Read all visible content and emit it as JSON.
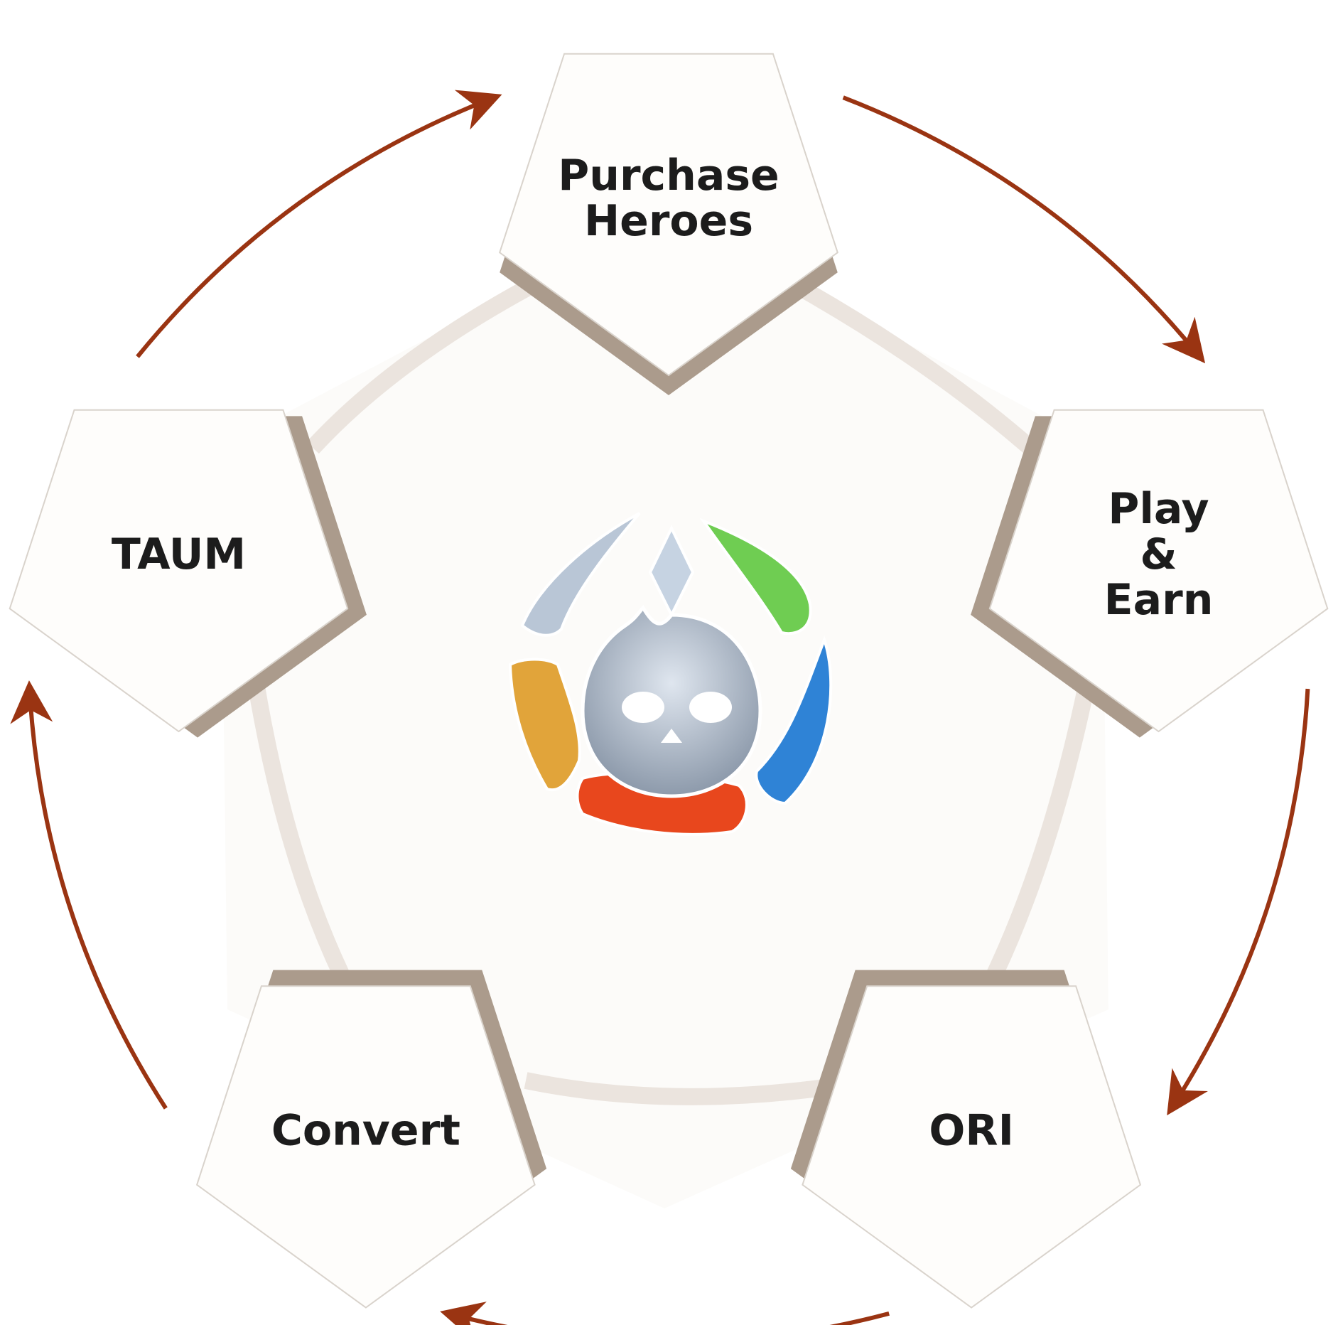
{
  "diagram": {
    "nodes": [
      {
        "id": "purchase-heroes",
        "lines": [
          "Purchase",
          "Heroes"
        ]
      },
      {
        "id": "play-earn",
        "lines": [
          "Play",
          "&",
          "Earn"
        ]
      },
      {
        "id": "ori",
        "lines": [
          "ORI"
        ]
      },
      {
        "id": "convert",
        "lines": [
          "Convert"
        ]
      },
      {
        "id": "taum",
        "lines": [
          "TAUM"
        ]
      }
    ],
    "edges": [
      {
        "from": "purchase-heroes",
        "to": "play-earn"
      },
      {
        "from": "play-earn",
        "to": "ori"
      },
      {
        "from": "ori",
        "to": "convert"
      },
      {
        "from": "convert",
        "to": "taum"
      },
      {
        "from": "taum",
        "to": "purchase-heroes"
      }
    ],
    "center": {
      "icon": "crystal-cat-logo"
    },
    "colors": {
      "background": "#ffffff",
      "panel": "#fcfbf9",
      "ring": "#ebe4de",
      "node_fill": "#fefdfb",
      "node_shadow": "#ab9b8c",
      "arrow": "#9a3412",
      "text": "#1c1c1c"
    }
  }
}
